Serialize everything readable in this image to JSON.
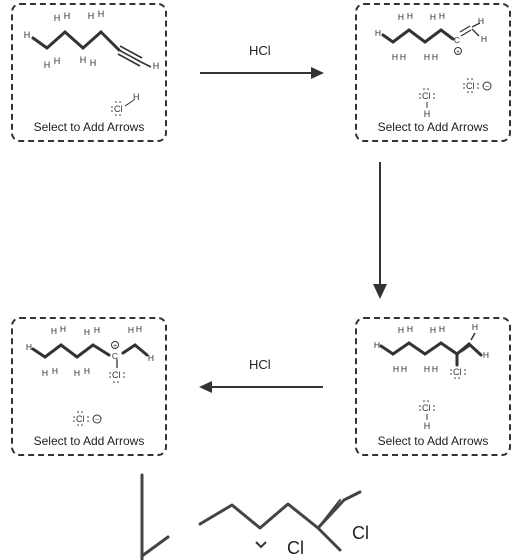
{
  "panels": [
    {
      "id": "panel-1",
      "label": "Select to Add Arrows"
    },
    {
      "id": "panel-2",
      "label": "Select to Add Arrows"
    },
    {
      "id": "panel-3",
      "label": "Select to Add Arrows"
    },
    {
      "id": "panel-4",
      "label": "Select to Add Arrows"
    }
  ],
  "reagents": {
    "step1": "HCl",
    "step3": "HCl"
  },
  "atoms": {
    "H": "H",
    "C": "C",
    "Cl": "Cl"
  },
  "charges": {
    "plus": "+",
    "minus": "−"
  },
  "bottom_sketch": {
    "cl_left": "Cl",
    "cl_right": "Cl"
  }
}
